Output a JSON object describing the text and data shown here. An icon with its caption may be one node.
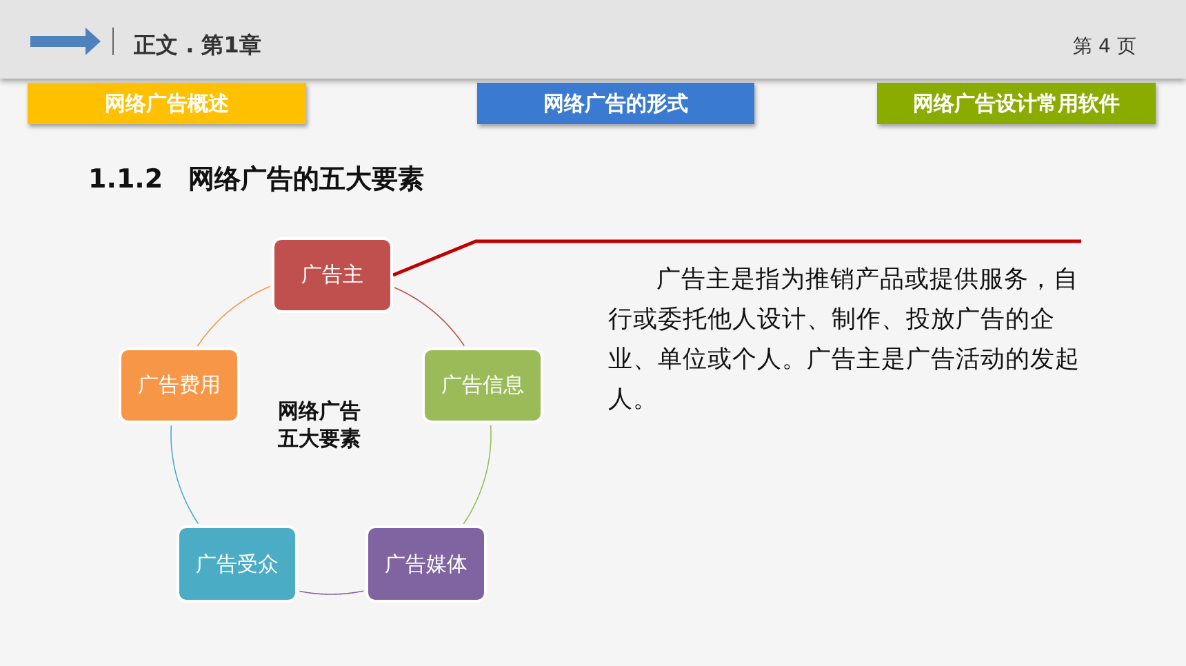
{
  "diagram": {
    "title": "1.1.2 网络广告的五大要素",
    "nodes": [
      {
        "text": [
          "网络广告概述"
        ]
      },
      {
        "text": [
          "网络广告的形式"
        ]
      },
      {
        "text": [
          "网络广告设计常用软件"
        ]
      },
      {
        "text": [
          "广告主"
        ]
      },
      {
        "text": [
          "广告主是指为推销产品或提供服务，自行或委托他人设计、制作、投放广告的企业、单位或个人。广告主是广告活动的发起人。"
        ]
      },
      {
        "text": [
          "广告费用"
        ]
      },
      {
        "text": [
          "广告信息"
        ]
      },
      {
        "text": [
          "广告受众"
        ]
      },
      {
        "text": [
          "广告媒体"
        ]
      }
    ],
    "edges": [
      {
        "from": 3,
        "to": 6,
        "arrow": "none",
        "color": "#c0504d"
      },
      {
        "from": 6,
        "to": 8,
        "arrow": "none",
        "color": "#9bbb59"
      },
      {
        "from": 8,
        "to": 7,
        "arrow": "none",
        "color": "#8064a2"
      },
      {
        "from": 7,
        "to": 5,
        "arrow": "none",
        "color": "#4bacc6"
      },
      {
        "from": 5,
        "to": 3,
        "arrow": "none",
        "color": "#f79646"
      },
      {
        "from": 3,
        "to": 4,
        "arrow": "none",
        "color": "#c00000",
        "style": "thick"
      }
    ],
    "labels": [
      "正文 . 第1章",
      "第 4 页",
      "网络广告五大要素"
    ]
  }
}
